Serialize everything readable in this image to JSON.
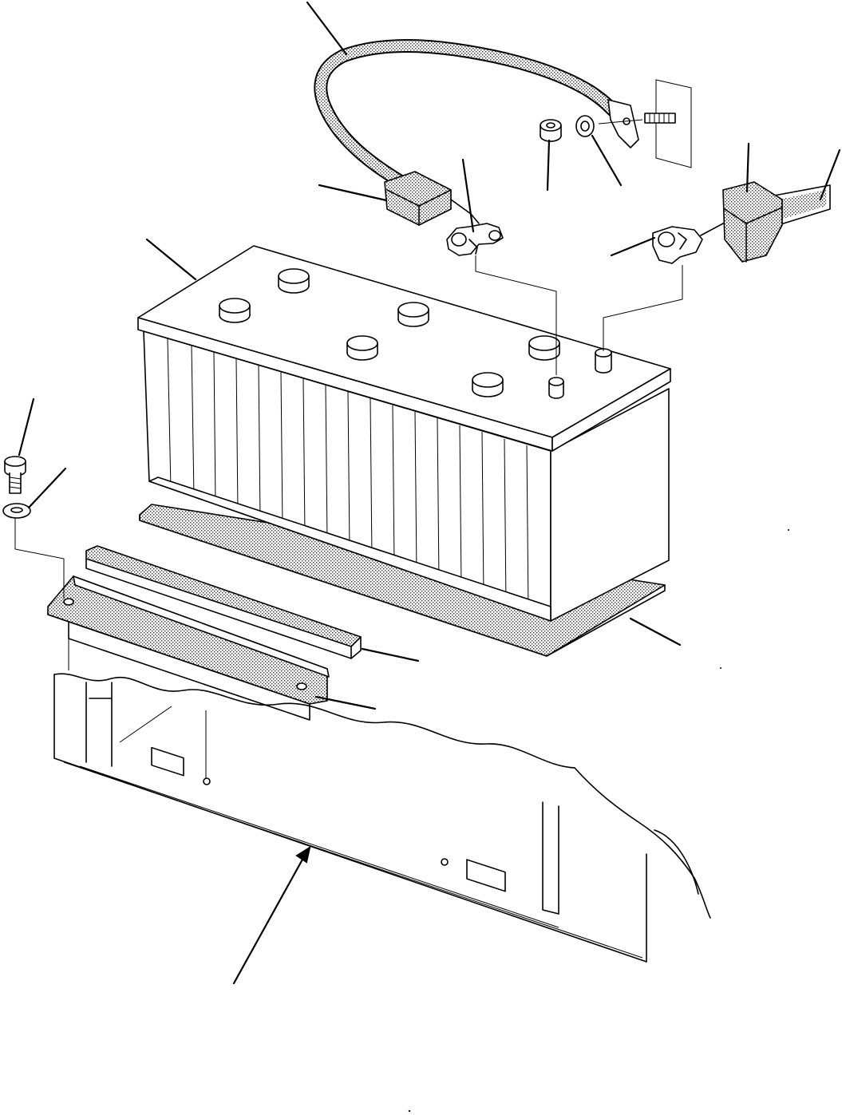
{
  "diagram": {
    "kind": "exploded-parts-view",
    "colors": {
      "line": "#000000",
      "background": "#ffffff",
      "stipple": "#555555"
    },
    "parts": [
      "battery",
      "positive-cable",
      "cable-boot-left",
      "terminal-clamp-left",
      "terminal-clamp-right",
      "cable-boot-right",
      "cable-right",
      "nut",
      "washer",
      "bolt-top",
      "bolt-left",
      "washer-left",
      "hold-down-bracket",
      "bracket-pad",
      "battery-mat",
      "battery-tray-frame"
    ],
    "callouts": 15
  }
}
